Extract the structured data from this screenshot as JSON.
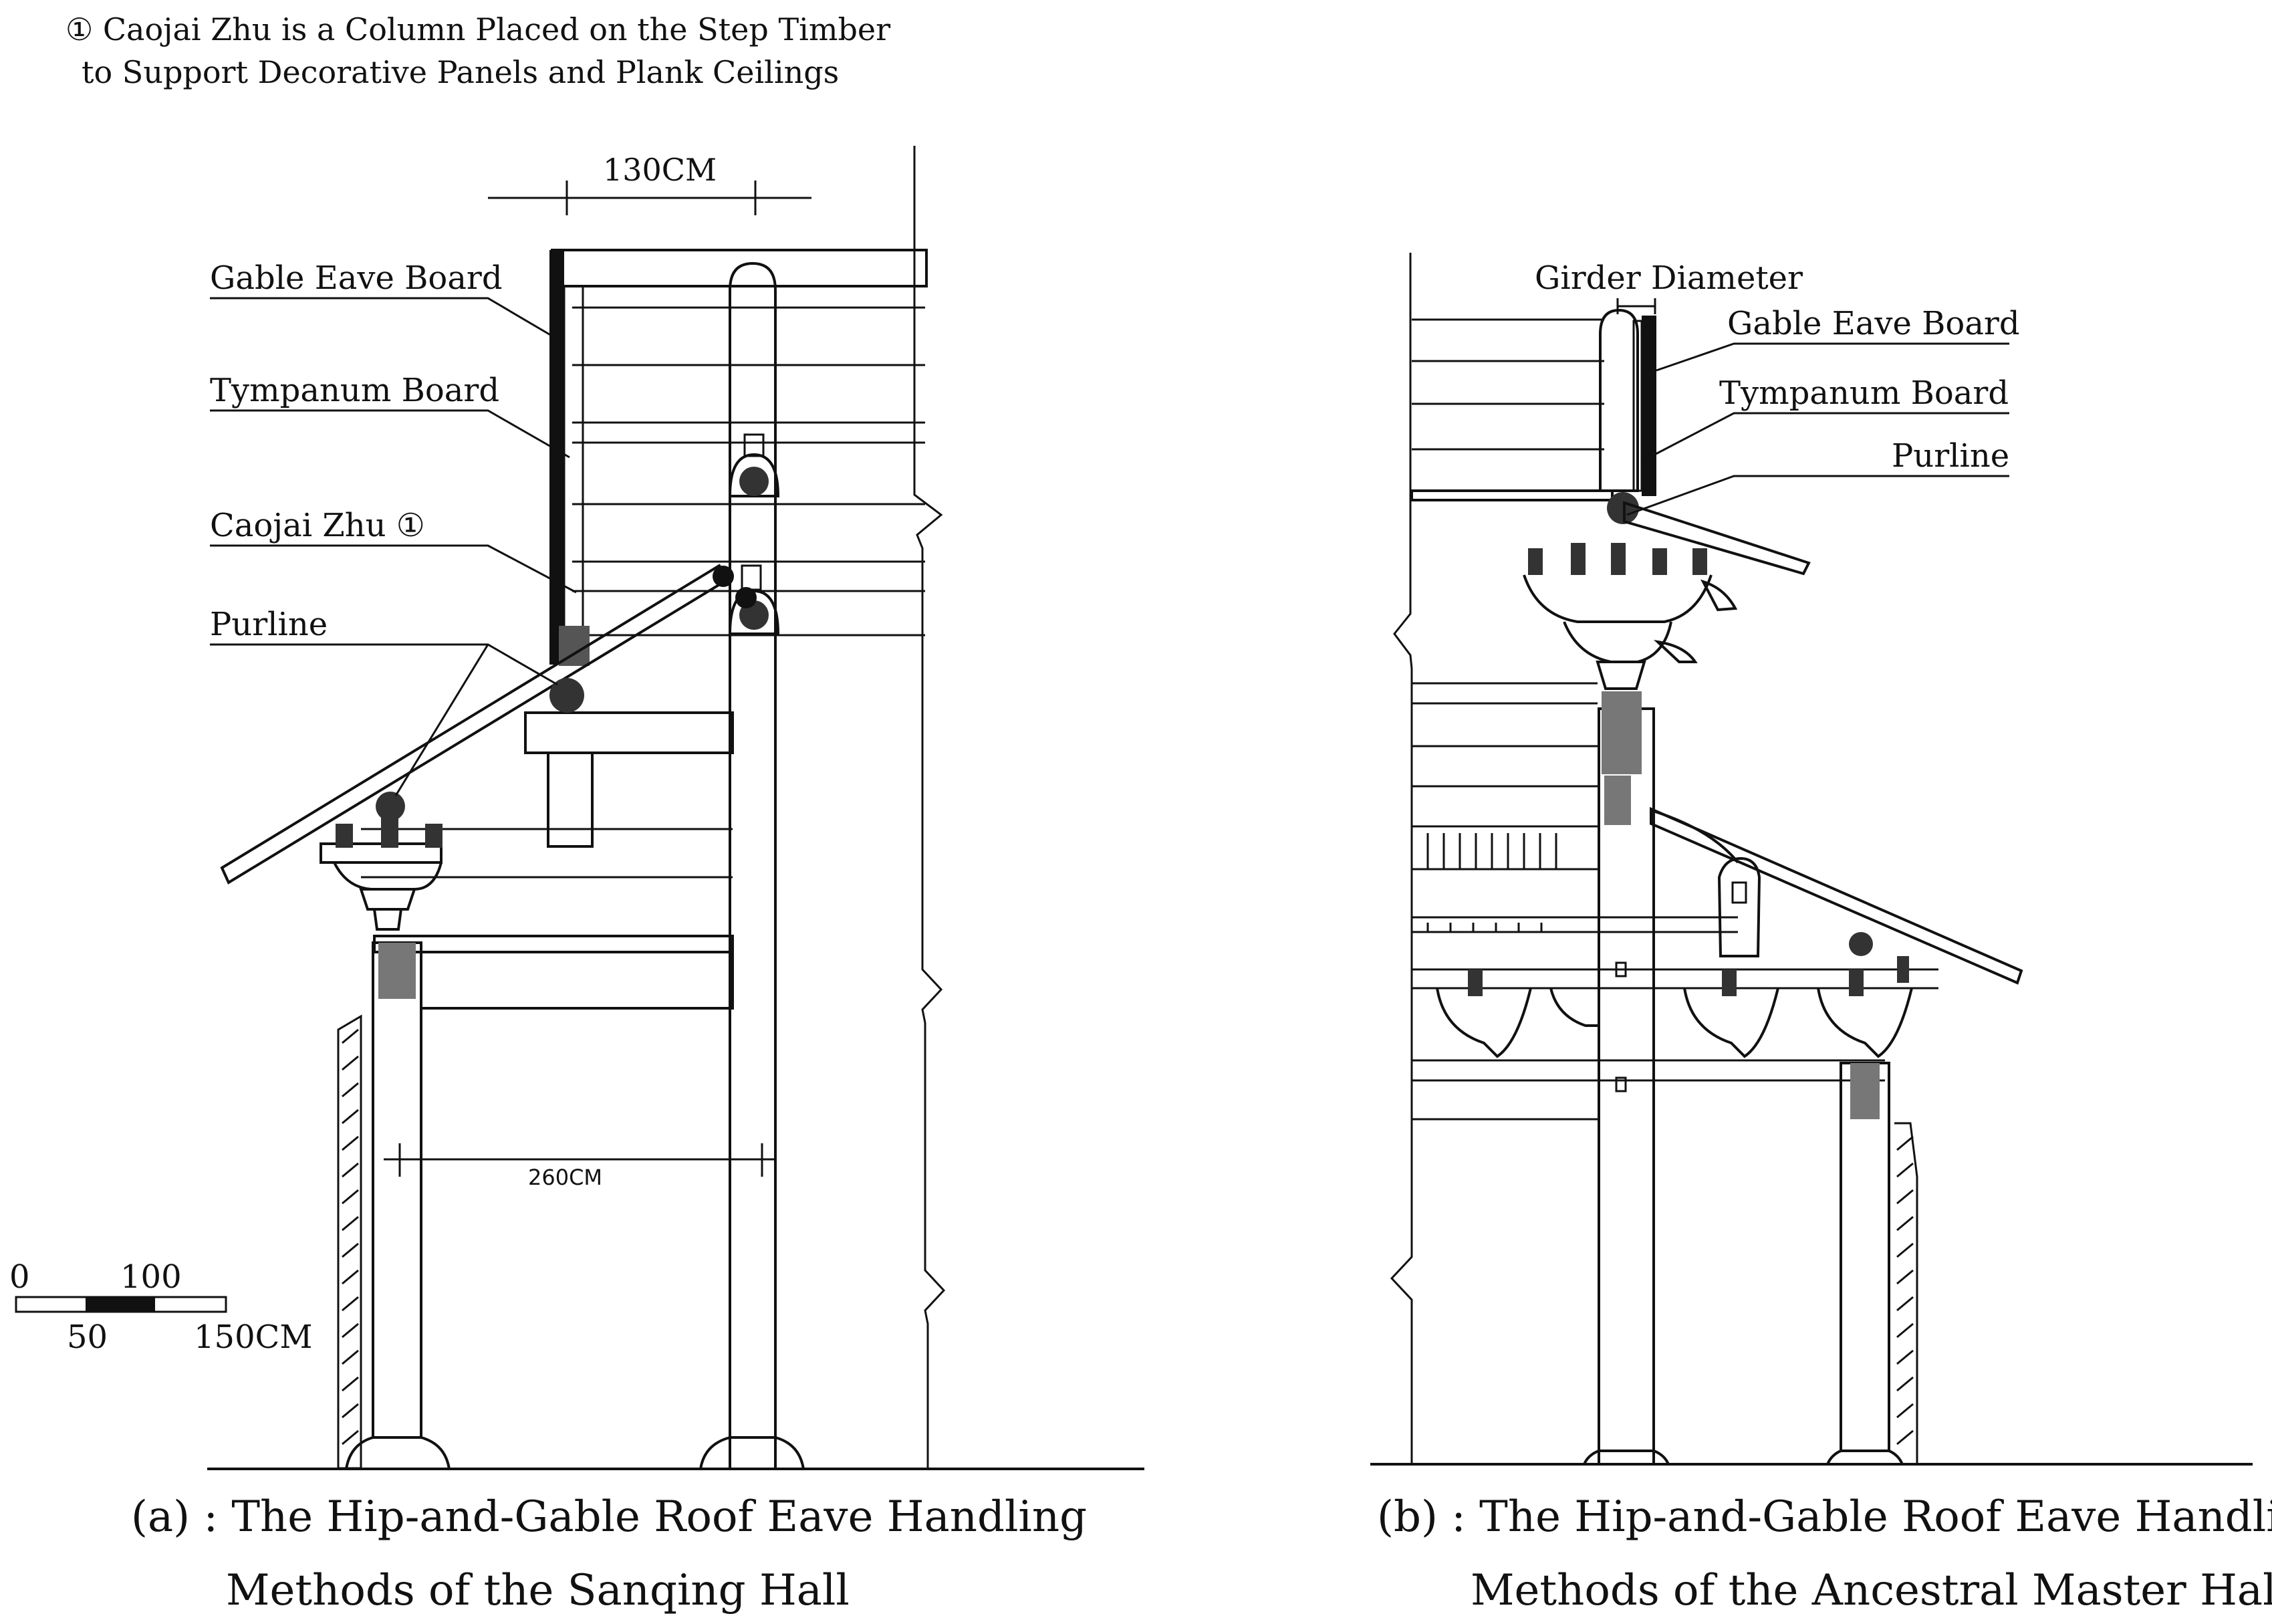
{
  "note": {
    "line1": "① Caojai Zhu is a Column Placed on the Step Timber",
    "line2": "to Support Decorative Panels and Plank Ceilings"
  },
  "diagram_a": {
    "dim_top": "130CM",
    "dim_bottom": "260CM",
    "labels": {
      "gable_eave_board": "Gable Eave Board",
      "tympanum_board": "Tympanum Board",
      "caojai_zhu": "Caojai Zhu ①",
      "purline": "Purline"
    },
    "caption_line1": "(a) : The Hip-and-Gable Roof Eave Handling",
    "caption_line2": "Methods of the Sanqing Hall"
  },
  "diagram_b": {
    "girder_diameter": "Girder Diameter",
    "labels": {
      "gable_eave_board": "Gable Eave Board",
      "tympanum_board": "Tympanum Board",
      "purline": "Purline"
    },
    "caption_line1": "(b) : The Hip-and-Gable Roof Eave Handling",
    "caption_line2": "Methods of the Ancestral Master Hall"
  },
  "scale_bar": {
    "tick_0": "0",
    "tick_100": "100",
    "tick_50": "50",
    "tick_150": "150CM"
  }
}
